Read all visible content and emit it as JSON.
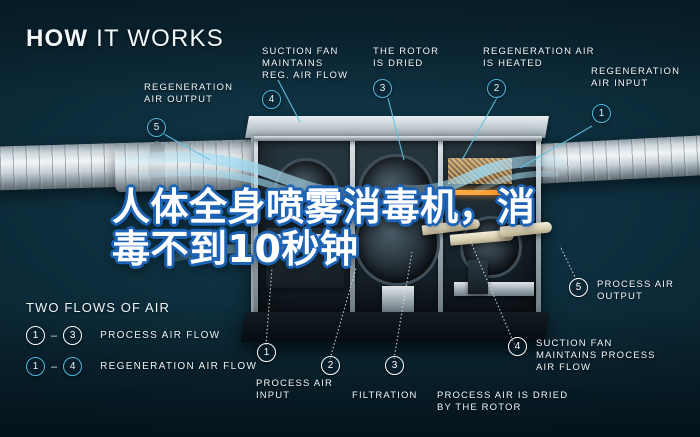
{
  "scene": {
    "background_color": "#0a2330",
    "accent_cyan": "#4fb5d8",
    "caption_outline_color": "#1d63b5"
  },
  "header": {
    "title_bold": "HOW",
    "title_rest": " IT WORKS"
  },
  "caption": {
    "text": "人体全身喷雾消毒机，消\n毒不到10秒钟"
  },
  "legend": {
    "title": "TWO FLOWS OF AIR",
    "rows": [
      {
        "from": "1",
        "dash": "–",
        "to": "3",
        "label": "PROCESS AIR FLOW",
        "style": "white"
      },
      {
        "from": "1",
        "dash": "–",
        "to": "4",
        "label": "REGENERATION AIR FLOW",
        "style": "cyan"
      }
    ]
  },
  "callouts": [
    {
      "num": "5",
      "label": "REGENERATION\nAIR OUTPUT",
      "style": "cyan"
    },
    {
      "num": "4",
      "label": "SUCTION FAN\nMAINTAINS\nREG. AIR FLOW",
      "style": "cyan"
    },
    {
      "num": "3",
      "label": "THE ROTOR\nIS DRIED",
      "style": "cyan"
    },
    {
      "num": "2",
      "label": "REGENERATION AIR\nIS HEATED",
      "style": "cyan"
    },
    {
      "num": "1",
      "label": "REGENERATION\nAIR INPUT",
      "style": "cyan"
    },
    {
      "num": "5",
      "label": "PROCESS AIR\nOUTPUT",
      "style": "white"
    },
    {
      "num": "4",
      "label": "SUCTION FAN\nMAINTAINS PROCESS\nAIR FLOW",
      "style": "white"
    },
    {
      "num": "3",
      "label": "PROCESS AIR IS DRIED\nBY THE ROTOR",
      "style": "white"
    },
    {
      "num": "2",
      "label": "FILTRATION",
      "style": "white"
    },
    {
      "num": "1",
      "label": "PROCESS AIR\nINPUT",
      "style": "white"
    }
  ]
}
